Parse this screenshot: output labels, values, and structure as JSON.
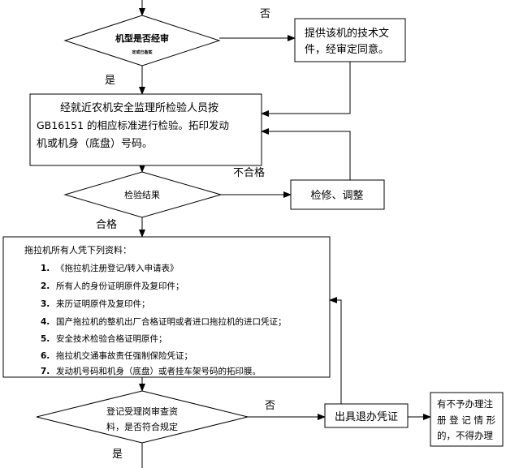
{
  "decision_review": {
    "title": "机型是否经审",
    "subtitle": "定或已备案"
  },
  "label_no_top": "否",
  "label_yes_top": "是",
  "box_tech_docs": {
    "lines": [
      "提供该机的技术文",
      "件，经审定同意。"
    ]
  },
  "box_inspection": {
    "lines": [
      "经就近农机安全监理所检验人员按",
      "GB16151 的相应标准进行检验。拓印发动",
      "机或机身（底盘）号码。"
    ]
  },
  "label_fail": "不合格",
  "decision_result": {
    "label": "检验结果"
  },
  "box_repair": {
    "label": "检修、调整"
  },
  "label_pass": "合格",
  "box_documents": {
    "heading": "拖拉机所有人凭下列资料：",
    "items": [
      {
        "num": "1.",
        "text": "《拖拉机注册登记/转入申请表》"
      },
      {
        "num": "2.",
        "text": "所有人的身份证明原件及复印件；"
      },
      {
        "num": "3.",
        "text": "来历证明原件及复印件；"
      },
      {
        "num": "4.",
        "text": "国产拖拉机的整机出厂合格证明或者进口拖拉机的进口凭证；"
      },
      {
        "num": "5.",
        "text": "安全技术检验合格证明原件；"
      },
      {
        "num": "6.",
        "text": "拖拉机交通事故责任强制保险凭证；"
      },
      {
        "num": "7.",
        "text": "发动机号码和机身（底盘）或者挂车架号码的拓印膜。"
      }
    ]
  },
  "decision_register": {
    "lines": [
      "登记受理岗审查资",
      "料，是否符合规定"
    ]
  },
  "label_no_bottom": "否",
  "label_yes_bottom": "是",
  "box_refund": {
    "label": "出具退办凭证"
  },
  "box_reject": {
    "lines": [
      "有不予办理注",
      "册 登 记 情 形",
      "的，不得办理"
    ]
  }
}
